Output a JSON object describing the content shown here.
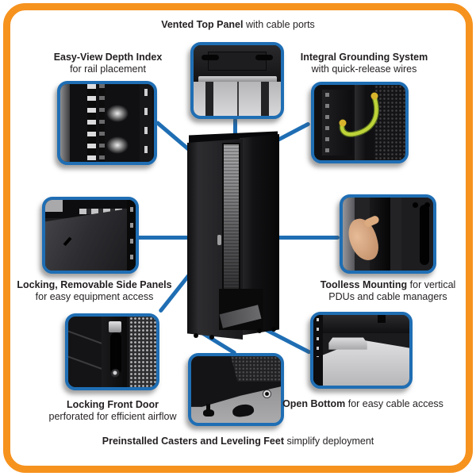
{
  "title": "Rack enclosure feature callout diagram",
  "colors": {
    "frame": "#f6921e",
    "connector": "#1f6eb4",
    "callout_border": "#1f6eb4",
    "text": "#231f20",
    "background": "#ffffff"
  },
  "labels": {
    "vented_top": {
      "bold": "Vented Top Panel",
      "rest": " with cable ports"
    },
    "depth_index": {
      "bold": "Easy-View Depth Index",
      "line2": "for rail placement"
    },
    "grounding": {
      "bold": "Integral Grounding System",
      "line2": "with quick-release wires"
    },
    "side_panels": {
      "bold": "Locking, Removable Side Panels",
      "line2": "for easy equipment access"
    },
    "toolless": {
      "bold": "Toolless Mounting",
      "rest": " for vertical",
      "line2": "PDUs and cable managers"
    },
    "front_door": {
      "bold": "Locking Front Door",
      "line2": "perforated for efficient airflow"
    },
    "open_bottom": {
      "bold": "Open Bottom",
      "rest": " for easy cable access"
    },
    "casters": {
      "bold": "Preinstalled Casters and Leveling Feet",
      "rest": " simplify deployment"
    }
  },
  "photos": {
    "vented_top": "vented-top-panel-photo",
    "depth_index": "depth-index-photo",
    "grounding": "grounding-system-photo",
    "side_panels": "side-panel-photo",
    "toolless": "toolless-mounting-photo",
    "front_door": "front-door-lock-photo",
    "open_bottom": "open-bottom-photo",
    "casters": "casters-feet-photo",
    "rack": "rack-enclosure-photo"
  }
}
